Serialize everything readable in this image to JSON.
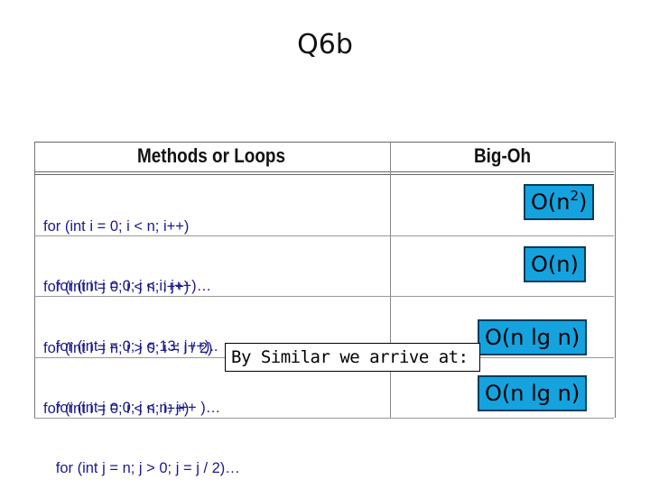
{
  "slide": {
    "title": "Q6b"
  },
  "table": {
    "headers": {
      "methods": "Methods or Loops",
      "bigoh": "Big-Oh"
    },
    "rows": [
      {
        "line1": "for (int i = 0; i < n; i++)",
        "line2": "   for (int j = 0; j < i; j++)…",
        "answer_base": "O(n",
        "answer_exp": "2",
        "answer_tail": ")"
      },
      {
        "line1": "for (int i = 0; i < n; i++)",
        "line2": "   for (int j = 0; j < 13; j++)..",
        "answer": "O(n)"
      },
      {
        "line1": "for (int i = n; i > 0; i = i / 2)",
        "line2": "   for (int j = 0; j < n; j++ )…",
        "answer": "O(n lg n)"
      },
      {
        "line1": "for (int i = 0; i < n; i++)",
        "line2": "   for (int j = n; j > 0; j = j / 2)…",
        "answer": "O(n lg n)"
      }
    ]
  },
  "callout": {
    "text": "By Similar we arrive at:"
  },
  "colors": {
    "answer_box": "#14a3df",
    "code_text": "#1a1a8a"
  }
}
